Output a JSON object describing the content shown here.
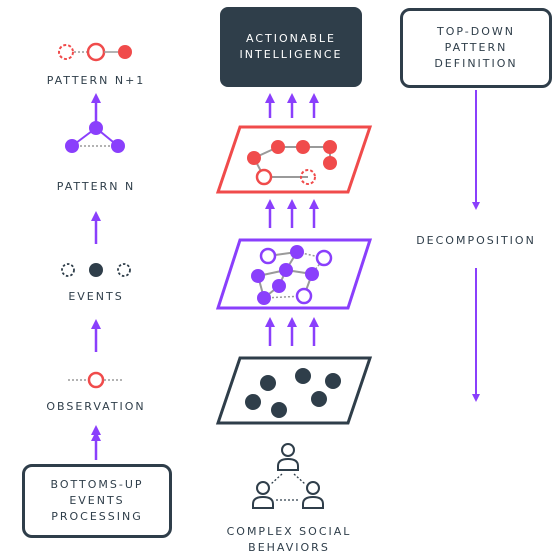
{
  "colors": {
    "purple": "#8a3ffc",
    "red": "#f04b4b",
    "dark": "#2f3e4a",
    "grey": "#9a9a9a"
  },
  "left_column": {
    "pattern_n_plus_1": "PATTERN N+1",
    "pattern_n": "PATTERN N",
    "events": "EVENTS",
    "observation": "OBSERVATION",
    "bottoms_up": "BOTTOMS-UP\nEVENTS\nPROCESSING"
  },
  "center_column": {
    "actionable": "ACTIONABLE\nINTELLIGENCE",
    "complex_social": "COMPLEX SOCIAL\nBEHAVIORS"
  },
  "right_column": {
    "top_down": "TOP-DOWN\nPATTERN\nDEFINITION",
    "decomposition": "DECOMPOSITION"
  },
  "icons": [
    "person-icon",
    "person-icon",
    "person-icon"
  ]
}
